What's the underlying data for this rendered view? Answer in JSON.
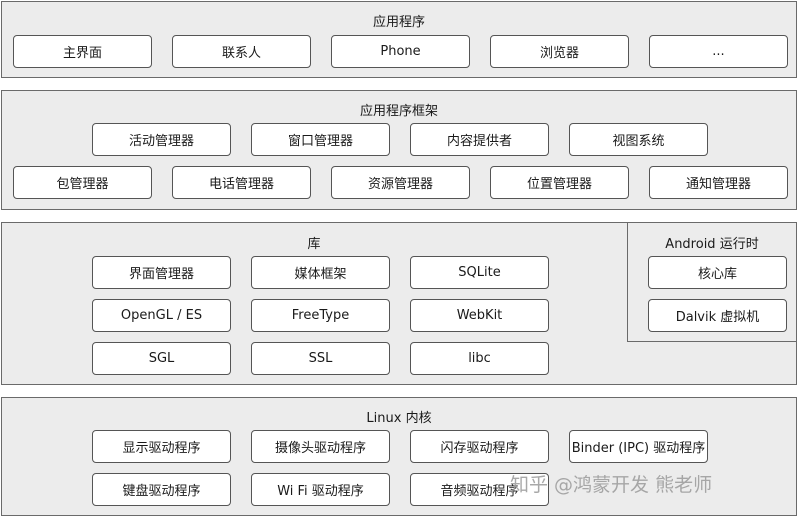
{
  "applications": {
    "title": "应用程序",
    "items": [
      "主界面",
      "联系人",
      "Phone",
      "浏览器",
      "..."
    ]
  },
  "framework": {
    "title": "应用程序框架",
    "row1": [
      "活动管理器",
      "窗口管理器",
      "内容提供者",
      "视图系统"
    ],
    "row2": [
      "包管理器",
      "电话管理器",
      "资源管理器",
      "位置管理器",
      "通知管理器"
    ]
  },
  "libraries": {
    "title": "库",
    "items": [
      "界面管理器",
      "媒体框架",
      "SQLite",
      "OpenGL / ES",
      "FreeType",
      "WebKit",
      "SGL",
      "SSL",
      "libc"
    ]
  },
  "runtime": {
    "title": "Android 运行时",
    "items": [
      "核心库",
      "Dalvik 虚拟机"
    ]
  },
  "kernel": {
    "title": "Linux 内核",
    "row1": [
      "显示驱动程序",
      "摄像头驱动程序",
      "闪存驱动程序",
      "Binder (IPC) 驱动程序"
    ],
    "row2": [
      "键盘驱动程序",
      "Wi Fi 驱动程序",
      "音频驱动程序"
    ]
  },
  "watermark": "知乎 @鸿蒙开发  熊老师"
}
